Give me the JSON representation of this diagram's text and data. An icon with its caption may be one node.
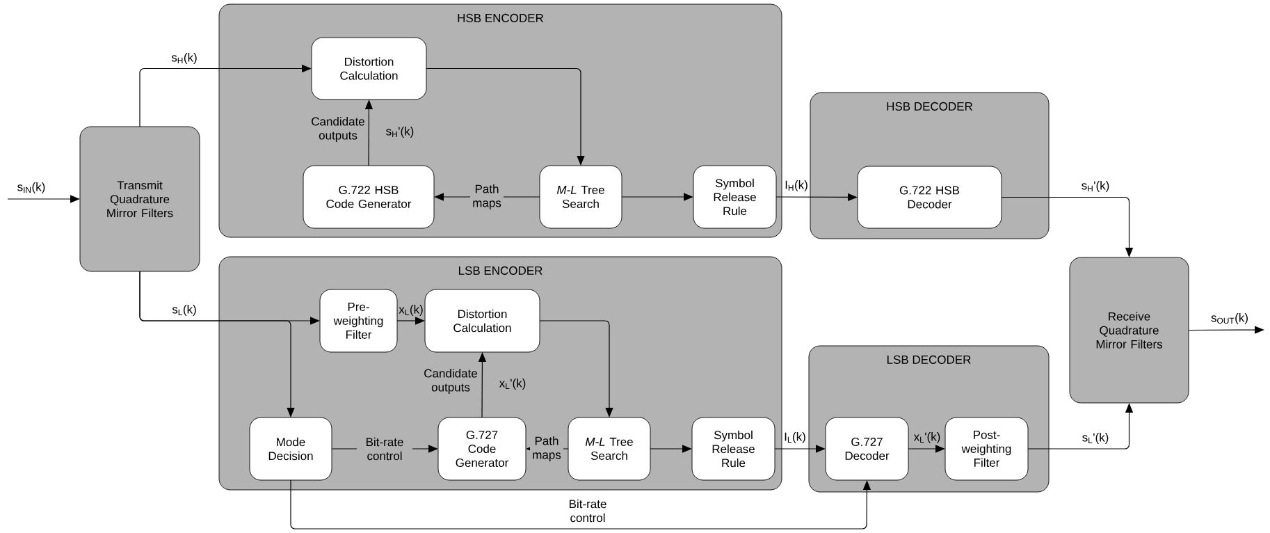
{
  "diagram": {
    "nodes": [
      {
        "text": [
          "Transmit Quadrature Mirror Filters"
        ]
      },
      {
        "text": [
          "HSB ENCODER"
        ]
      },
      {
        "text": [
          "Distortion Calculation"
        ],
        "in": 1
      },
      {
        "text": [
          "G.722 HSB Code Generator"
        ],
        "in": 1
      },
      {
        "text": [
          "*M-L* Tree Search"
        ],
        "in": 1
      },
      {
        "text": [
          "Symbol Release Rule"
        ],
        "in": 1
      },
      {
        "text": [
          "HSB DECODER"
        ]
      },
      {
        "text": [
          "G.722 HSB Decoder"
        ],
        "in": 6
      },
      {
        "text": [
          "LSB ENCODER"
        ]
      },
      {
        "text": [
          "Pre-weighting Filter"
        ],
        "in": 8
      },
      {
        "text": [
          "Distortion Calculation"
        ],
        "in": 8
      },
      {
        "text": [
          "Mode Decision"
        ],
        "in": 8
      },
      {
        "text": [
          "G.727 Code Generator"
        ],
        "in": 8
      },
      {
        "text": [
          "*M-L* Tree Search"
        ],
        "in": 8
      },
      {
        "text": [
          "Symbol Release Rule"
        ],
        "in": 8
      },
      {
        "text": [
          "Receive Quadrature Mirror Filters"
        ]
      },
      {
        "text": [
          "LSB DECODER"
        ]
      },
      {
        "text": [
          "G.727 Decoder"
        ],
        "in": 16
      },
      {
        "text": [
          "Post-weighting Filter"
        ],
        "in": 16
      }
    ],
    "edges": [
      {
        "from": null,
        "to": 0,
        "arrow": "to",
        "label": "s$_{IN}$(k)"
      },
      {
        "from": 0,
        "to": 2,
        "arrow": "to",
        "label": "s$_{H}$(k)"
      },
      {
        "from": 3,
        "to": 2,
        "arrow": "to",
        "label": "s$_{H}$'(k)"
      },
      {
        "from": 2,
        "to": 4,
        "arrow": "to"
      },
      {
        "from": 4,
        "to": 3,
        "arrow": "to",
        "label": "Path maps"
      },
      {
        "from": 4,
        "to": 5,
        "arrow": "to"
      },
      {
        "from": 5,
        "to": 7,
        "arrow": "to",
        "label": "I$_{H}$(k)"
      },
      {
        "from": 7,
        "to": 15,
        "arrow": "to",
        "label": "s$_{H}$'(k)"
      },
      {
        "from": 0,
        "to": 9,
        "arrow": "to",
        "label": "s$_{L}$(k)"
      },
      {
        "from": 0,
        "to": 11,
        "arrow": "to"
      },
      {
        "from": 9,
        "to": 10,
        "arrow": "to",
        "label": "x$_{L}$(k)"
      },
      {
        "from": 12,
        "to": 10,
        "arrow": "to",
        "label": "x$_{L}$'(k)"
      },
      {
        "from": 10,
        "to": 13,
        "arrow": "to"
      },
      {
        "from": 13,
        "to": 12,
        "arrow": "to",
        "label": "Path maps"
      },
      {
        "from": 11,
        "to": 12,
        "arrow": "to",
        "label": "Bit-rate control"
      },
      {
        "from": 13,
        "to": 14,
        "arrow": "to"
      },
      {
        "from": 14,
        "to": 17,
        "arrow": "to",
        "label": "I$_{L}$(k)"
      },
      {
        "from": 11,
        "to": 17,
        "arrow": "to",
        "label": "Bit-rate control"
      },
      {
        "from": 17,
        "to": 18,
        "arrow": "to",
        "label": "x$_{L}$'(k)"
      },
      {
        "from": 18,
        "to": 15,
        "arrow": "to",
        "label": "s$_{L}$'(k)"
      },
      {
        "from": 15,
        "to": null,
        "arrow": "to",
        "label": "s$_{OUT}$(k)"
      }
    ],
    "labels": [
      "Candidate outputs",
      "Candidate outputs"
    ]
  }
}
